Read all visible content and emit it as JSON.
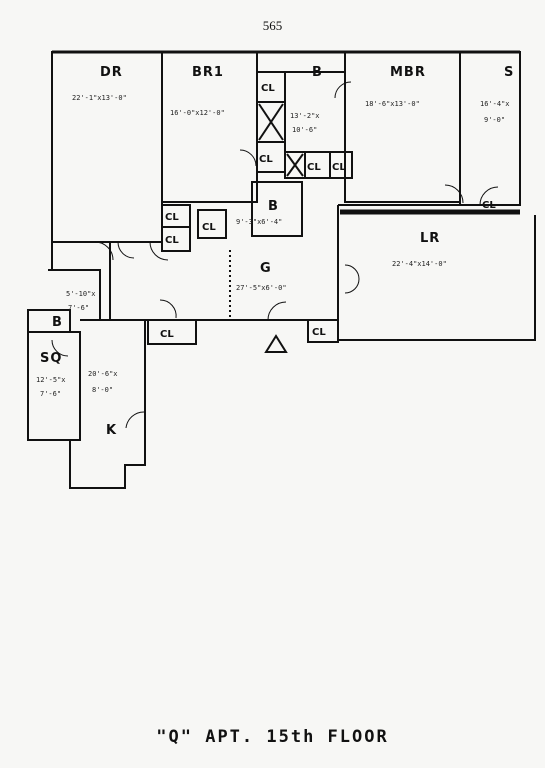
{
  "page_number": "565",
  "caption": "\"Q\" APT. 15th FLOOR",
  "rooms": {
    "dr": {
      "label": "DR",
      "dims": "22'-1\"x13'-0\""
    },
    "br1": {
      "label": "BR1",
      "dims": "16'-0\"x12'-0\""
    },
    "b_top": {
      "label": "B",
      "dims_line1": "13'-2\"x",
      "dims_line2": "10'-6\""
    },
    "mbr": {
      "label": "MBR",
      "dims": "18'-6\"x13'-0\""
    },
    "s": {
      "label": "S",
      "dims_line1": "16'-4\"x",
      "dims_line2": "9'-0\""
    },
    "b_mid": {
      "label": "B",
      "dims": "9'-3\"x6'-4\""
    },
    "lr": {
      "label": "LR",
      "dims": "22'-4\"x14'-0\""
    },
    "g": {
      "label": "G",
      "dims": "27'-5\"x6'-0\""
    },
    "sq": {
      "label": "SQ",
      "dims_line1": "12'-5\"x",
      "dims_line2": "7'-6\""
    },
    "k": {
      "label": "K",
      "dims_line1": "20'-6\"x",
      "dims_line2": "8'-0\""
    },
    "b_left": {
      "label": "B",
      "dims_line1": "5'-10\"x",
      "dims_line2": "7'-6\""
    }
  },
  "closet_label": "CL"
}
